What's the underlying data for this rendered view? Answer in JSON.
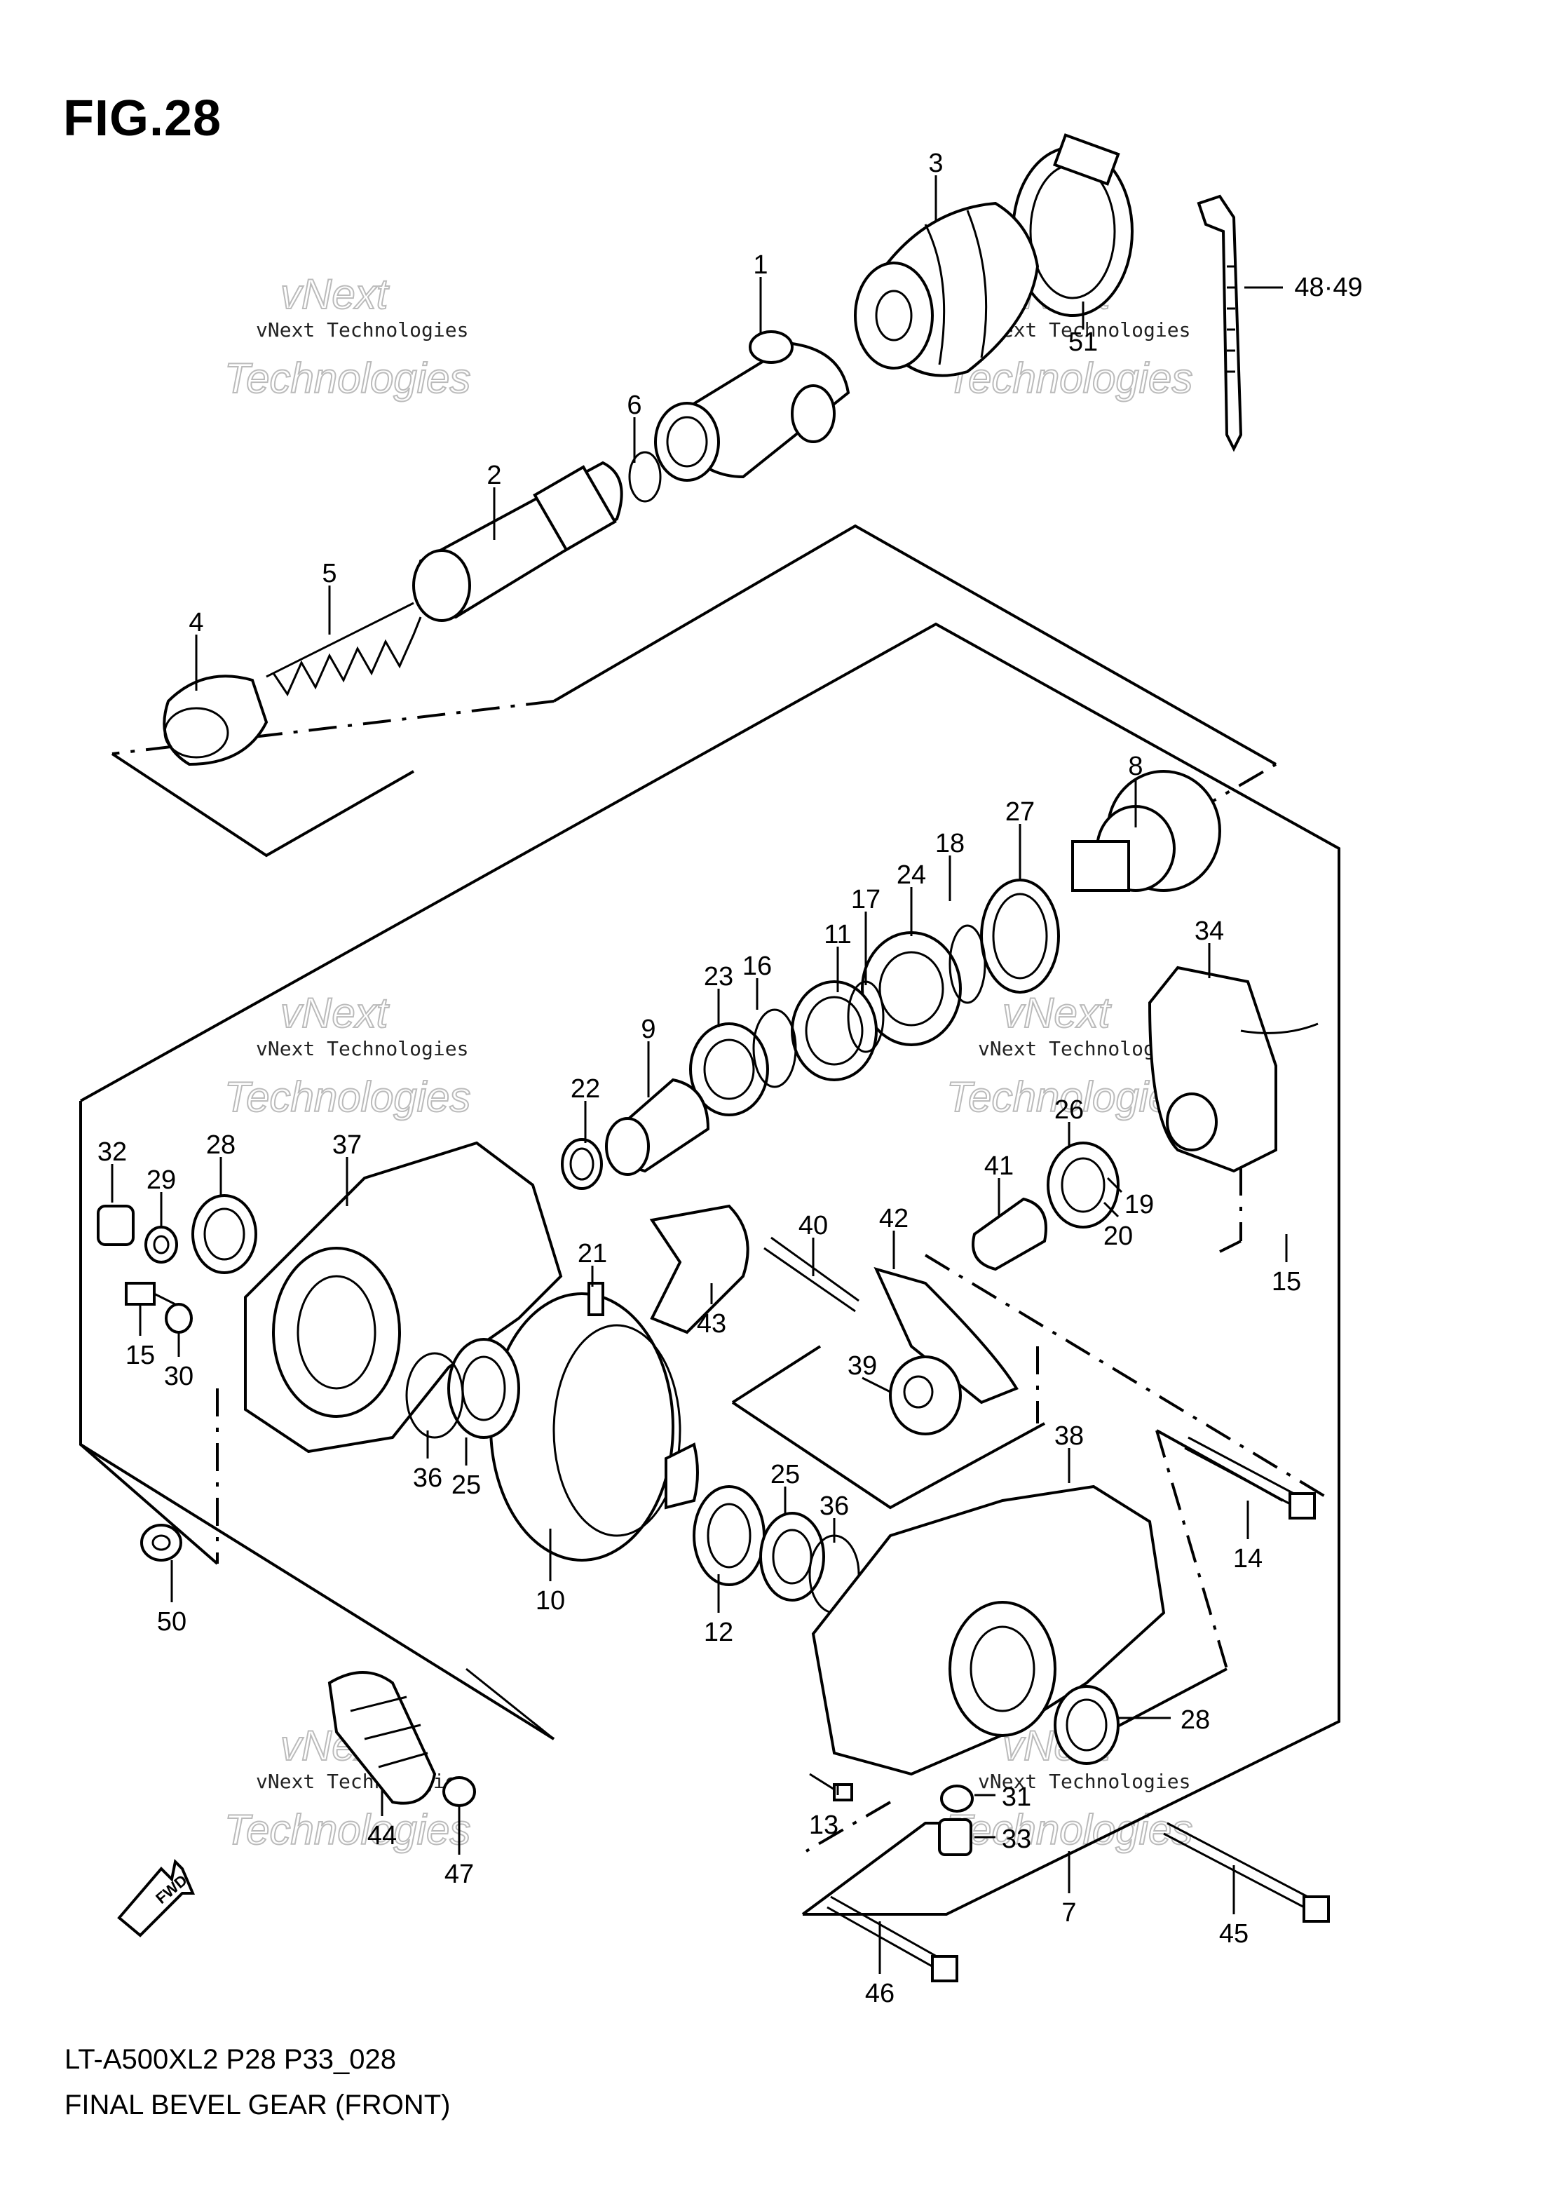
{
  "figure": {
    "title": "FIG.28",
    "model_code": "LT-A500XL2 P28 P33_028",
    "name": "FINAL BEVEL GEAR (FRONT)",
    "fwd_label": "FWD"
  },
  "watermark": {
    "line": "vNext Technologies",
    "big_top": "vNext",
    "big_bottom": "Technologies"
  },
  "callouts": [
    {
      "id": "c1",
      "label": "1"
    },
    {
      "id": "c2",
      "label": "2"
    },
    {
      "id": "c3",
      "label": "3"
    },
    {
      "id": "c4",
      "label": "4"
    },
    {
      "id": "c5",
      "label": "5"
    },
    {
      "id": "c6",
      "label": "6"
    },
    {
      "id": "c7",
      "label": "7"
    },
    {
      "id": "c8",
      "label": "8"
    },
    {
      "id": "c9",
      "label": "9"
    },
    {
      "id": "c10",
      "label": "10"
    },
    {
      "id": "c11",
      "label": "11"
    },
    {
      "id": "c12",
      "label": "12"
    },
    {
      "id": "c13",
      "label": "13"
    },
    {
      "id": "c14",
      "label": "14"
    },
    {
      "id": "c15a",
      "label": "15"
    },
    {
      "id": "c15b",
      "label": "15"
    },
    {
      "id": "c16",
      "label": "16"
    },
    {
      "id": "c17",
      "label": "17"
    },
    {
      "id": "c18",
      "label": "18"
    },
    {
      "id": "c19",
      "label": "19"
    },
    {
      "id": "c20",
      "label": "20"
    },
    {
      "id": "c21",
      "label": "21"
    },
    {
      "id": "c22",
      "label": "22"
    },
    {
      "id": "c23",
      "label": "23"
    },
    {
      "id": "c24",
      "label": "24"
    },
    {
      "id": "c25a",
      "label": "25"
    },
    {
      "id": "c25b",
      "label": "25"
    },
    {
      "id": "c26",
      "label": "26"
    },
    {
      "id": "c27",
      "label": "27"
    },
    {
      "id": "c28a",
      "label": "28"
    },
    {
      "id": "c28b",
      "label": "28"
    },
    {
      "id": "c29",
      "label": "29"
    },
    {
      "id": "c30",
      "label": "30"
    },
    {
      "id": "c31",
      "label": "31"
    },
    {
      "id": "c32",
      "label": "32"
    },
    {
      "id": "c33",
      "label": "33"
    },
    {
      "id": "c34",
      "label": "34"
    },
    {
      "id": "c36a",
      "label": "36"
    },
    {
      "id": "c36b",
      "label": "36"
    },
    {
      "id": "c37",
      "label": "37"
    },
    {
      "id": "c38",
      "label": "38"
    },
    {
      "id": "c39",
      "label": "39"
    },
    {
      "id": "c40",
      "label": "40"
    },
    {
      "id": "c41",
      "label": "41"
    },
    {
      "id": "c42",
      "label": "42"
    },
    {
      "id": "c43",
      "label": "43"
    },
    {
      "id": "c44",
      "label": "44"
    },
    {
      "id": "c45",
      "label": "45"
    },
    {
      "id": "c46",
      "label": "46"
    },
    {
      "id": "c47",
      "label": "47"
    },
    {
      "id": "c48",
      "label": "48·49"
    },
    {
      "id": "c50",
      "label": "50"
    },
    {
      "id": "c51",
      "label": "51"
    }
  ]
}
